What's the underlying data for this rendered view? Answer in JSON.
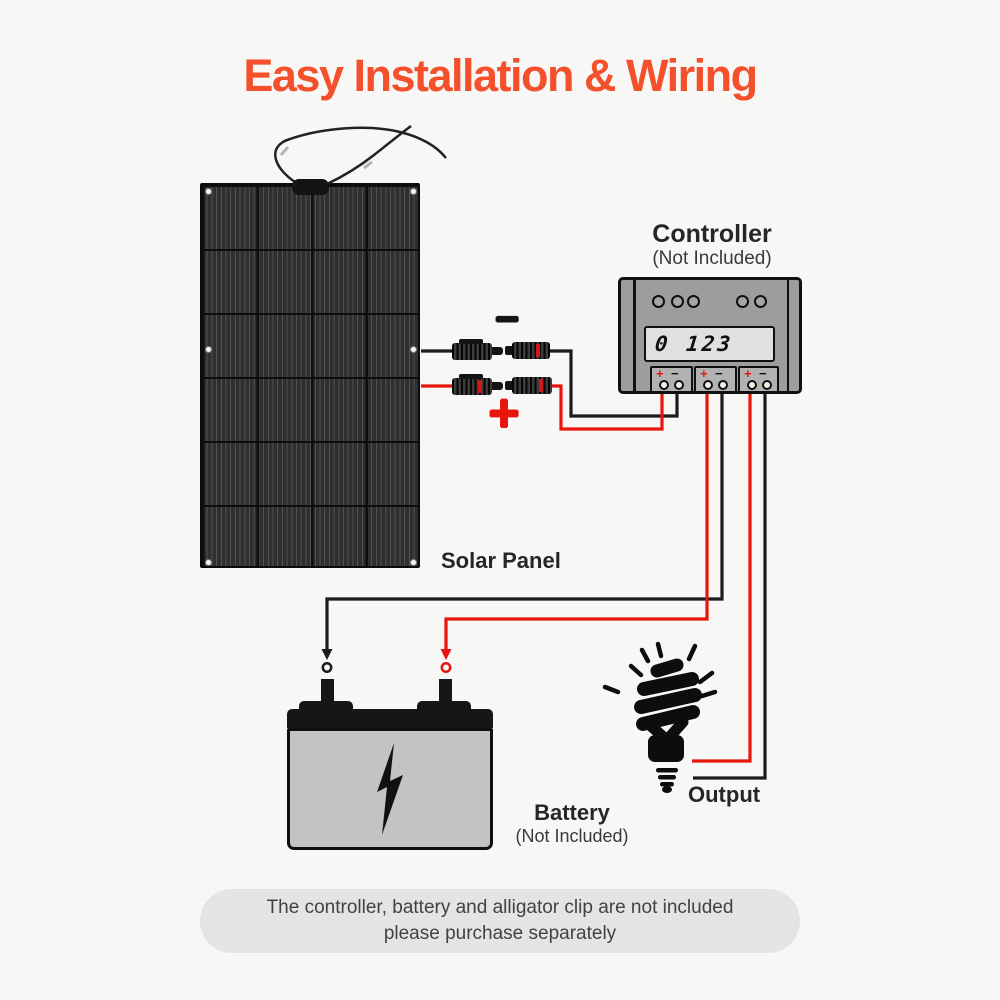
{
  "title": "Easy Installation & Wiring",
  "solar_panel": {
    "label": "Solar Panel"
  },
  "controller": {
    "label": "Controller",
    "sublabel": "(Not Included)",
    "lcd_reading": "0 123",
    "terminal_groups": [
      {
        "plus": "+",
        "minus": "−"
      },
      {
        "plus": "+",
        "minus": "−"
      },
      {
        "plus": "+",
        "minus": "−"
      }
    ]
  },
  "wiring": {
    "negative_symbol": "−",
    "positive_symbol": "+"
  },
  "battery": {
    "label": "Battery",
    "sublabel": "(Not Included)"
  },
  "output": {
    "label": "Output"
  },
  "footer": {
    "line1": "The controller, battery and alligator clip are not included",
    "line2": "please purchase separately"
  },
  "colors": {
    "accent": "#f4502b",
    "wire_red": "#e8150d",
    "wire_black": "#1c1c1c"
  }
}
